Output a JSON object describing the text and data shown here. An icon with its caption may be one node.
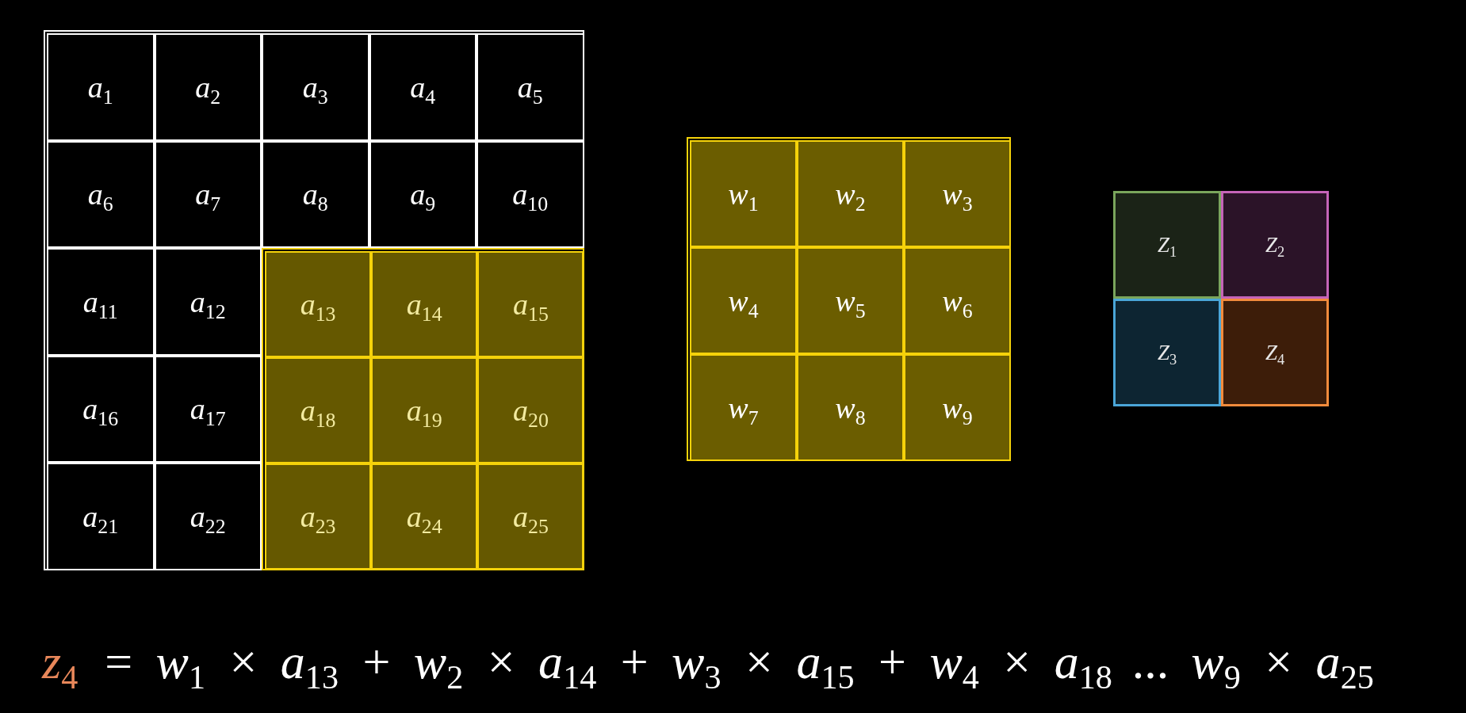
{
  "diagram": {
    "nodes": [
      {
        "text": [],
        "shape": "box"
      },
      {
        "text": [
          "a$_{1}$"
        ],
        "in": 0
      },
      {
        "text": [
          "a$_{2}$"
        ],
        "in": 0
      },
      {
        "text": [
          "a$_{3}$"
        ],
        "in": 0
      },
      {
        "text": [
          "a$_{4}$"
        ],
        "in": 0
      },
      {
        "text": [
          "a$_{5}$"
        ],
        "in": 0
      },
      {
        "text": [
          "a$_{6}$"
        ],
        "in": 0
      },
      {
        "text": [
          "a$_{7}$"
        ],
        "in": 0
      },
      {
        "text": [
          "a$_{8}$"
        ],
        "in": 0
      },
      {
        "text": [
          "a$_{9}$"
        ],
        "in": 0
      },
      {
        "text": [
          "a$_{10}$"
        ],
        "in": 0
      },
      {
        "text": [
          "a$_{11}$"
        ],
        "in": 0
      },
      {
        "text": [
          "a$_{12}$"
        ],
        "in": 0
      },
      {
        "text": [],
        "shape": "box",
        "in": 0
      },
      {
        "text": [
          "a$_{13}$"
        ],
        "in": 13
      },
      {
        "text": [
          "a$_{14}$"
        ],
        "in": 13
      },
      {
        "text": [
          "a$_{15}$"
        ],
        "in": 13
      },
      {
        "text": [
          "a$_{16}$"
        ],
        "in": 0
      },
      {
        "text": [
          "a$_{17}$"
        ],
        "in": 0
      },
      {
        "text": [
          "a$_{18}$"
        ],
        "in": 13
      },
      {
        "text": [
          "a$_{19}$"
        ],
        "in": 13
      },
      {
        "text": [
          "a$_{20}$"
        ],
        "in": 13
      },
      {
        "text": [
          "a$_{21}$"
        ],
        "in": 0
      },
      {
        "text": [
          "a$_{22}$"
        ],
        "in": 0
      },
      {
        "text": [
          "a$_{23}$"
        ],
        "in": 13
      },
      {
        "text": [
          "a$_{24}$"
        ],
        "in": 13
      },
      {
        "text": [
          "a$_{25}$"
        ],
        "in": 13
      },
      {
        "text": [],
        "shape": "box"
      },
      {
        "text": [
          "w$_{1}$"
        ],
        "in": 27
      },
      {
        "text": [
          "w$_{2}$"
        ],
        "in": 27
      },
      {
        "text": [
          "w$_{3}$"
        ],
        "in": 27
      },
      {
        "text": [
          "w$_{4}$"
        ],
        "in": 27
      },
      {
        "text": [
          "w$_{5}$"
        ],
        "in": 27
      },
      {
        "text": [
          "w$_{6}$"
        ],
        "in": 27
      },
      {
        "text": [
          "w$_{7}$"
        ],
        "in": 27
      },
      {
        "text": [
          "w$_{8}$"
        ],
        "in": 27
      },
      {
        "text": [
          "w$_{9}$"
        ],
        "in": 27
      },
      {
        "text": [],
        "shape": "box"
      },
      {
        "text": [
          "Z$_{1}$"
        ],
        "in": 37
      },
      {
        "text": [
          "Z$_{2}$"
        ],
        "in": 37
      },
      {
        "text": [
          "Z$_{3}$"
        ],
        "in": 37
      },
      {
        "text": [
          "Z$_{4}$"
        ],
        "in": 37
      }
    ],
    "edges": [],
    "labels": [
      "z$_{4}$",
      "= w$_{1}$ × a$_{13}$ + w$_{2}$ × a$_{14}$ + w$_{3}$ × a$_{15}$ + w$_{4}$ × a$_{18}$ ... w$_{9}$ × a$_{25}$"
    ]
  }
}
